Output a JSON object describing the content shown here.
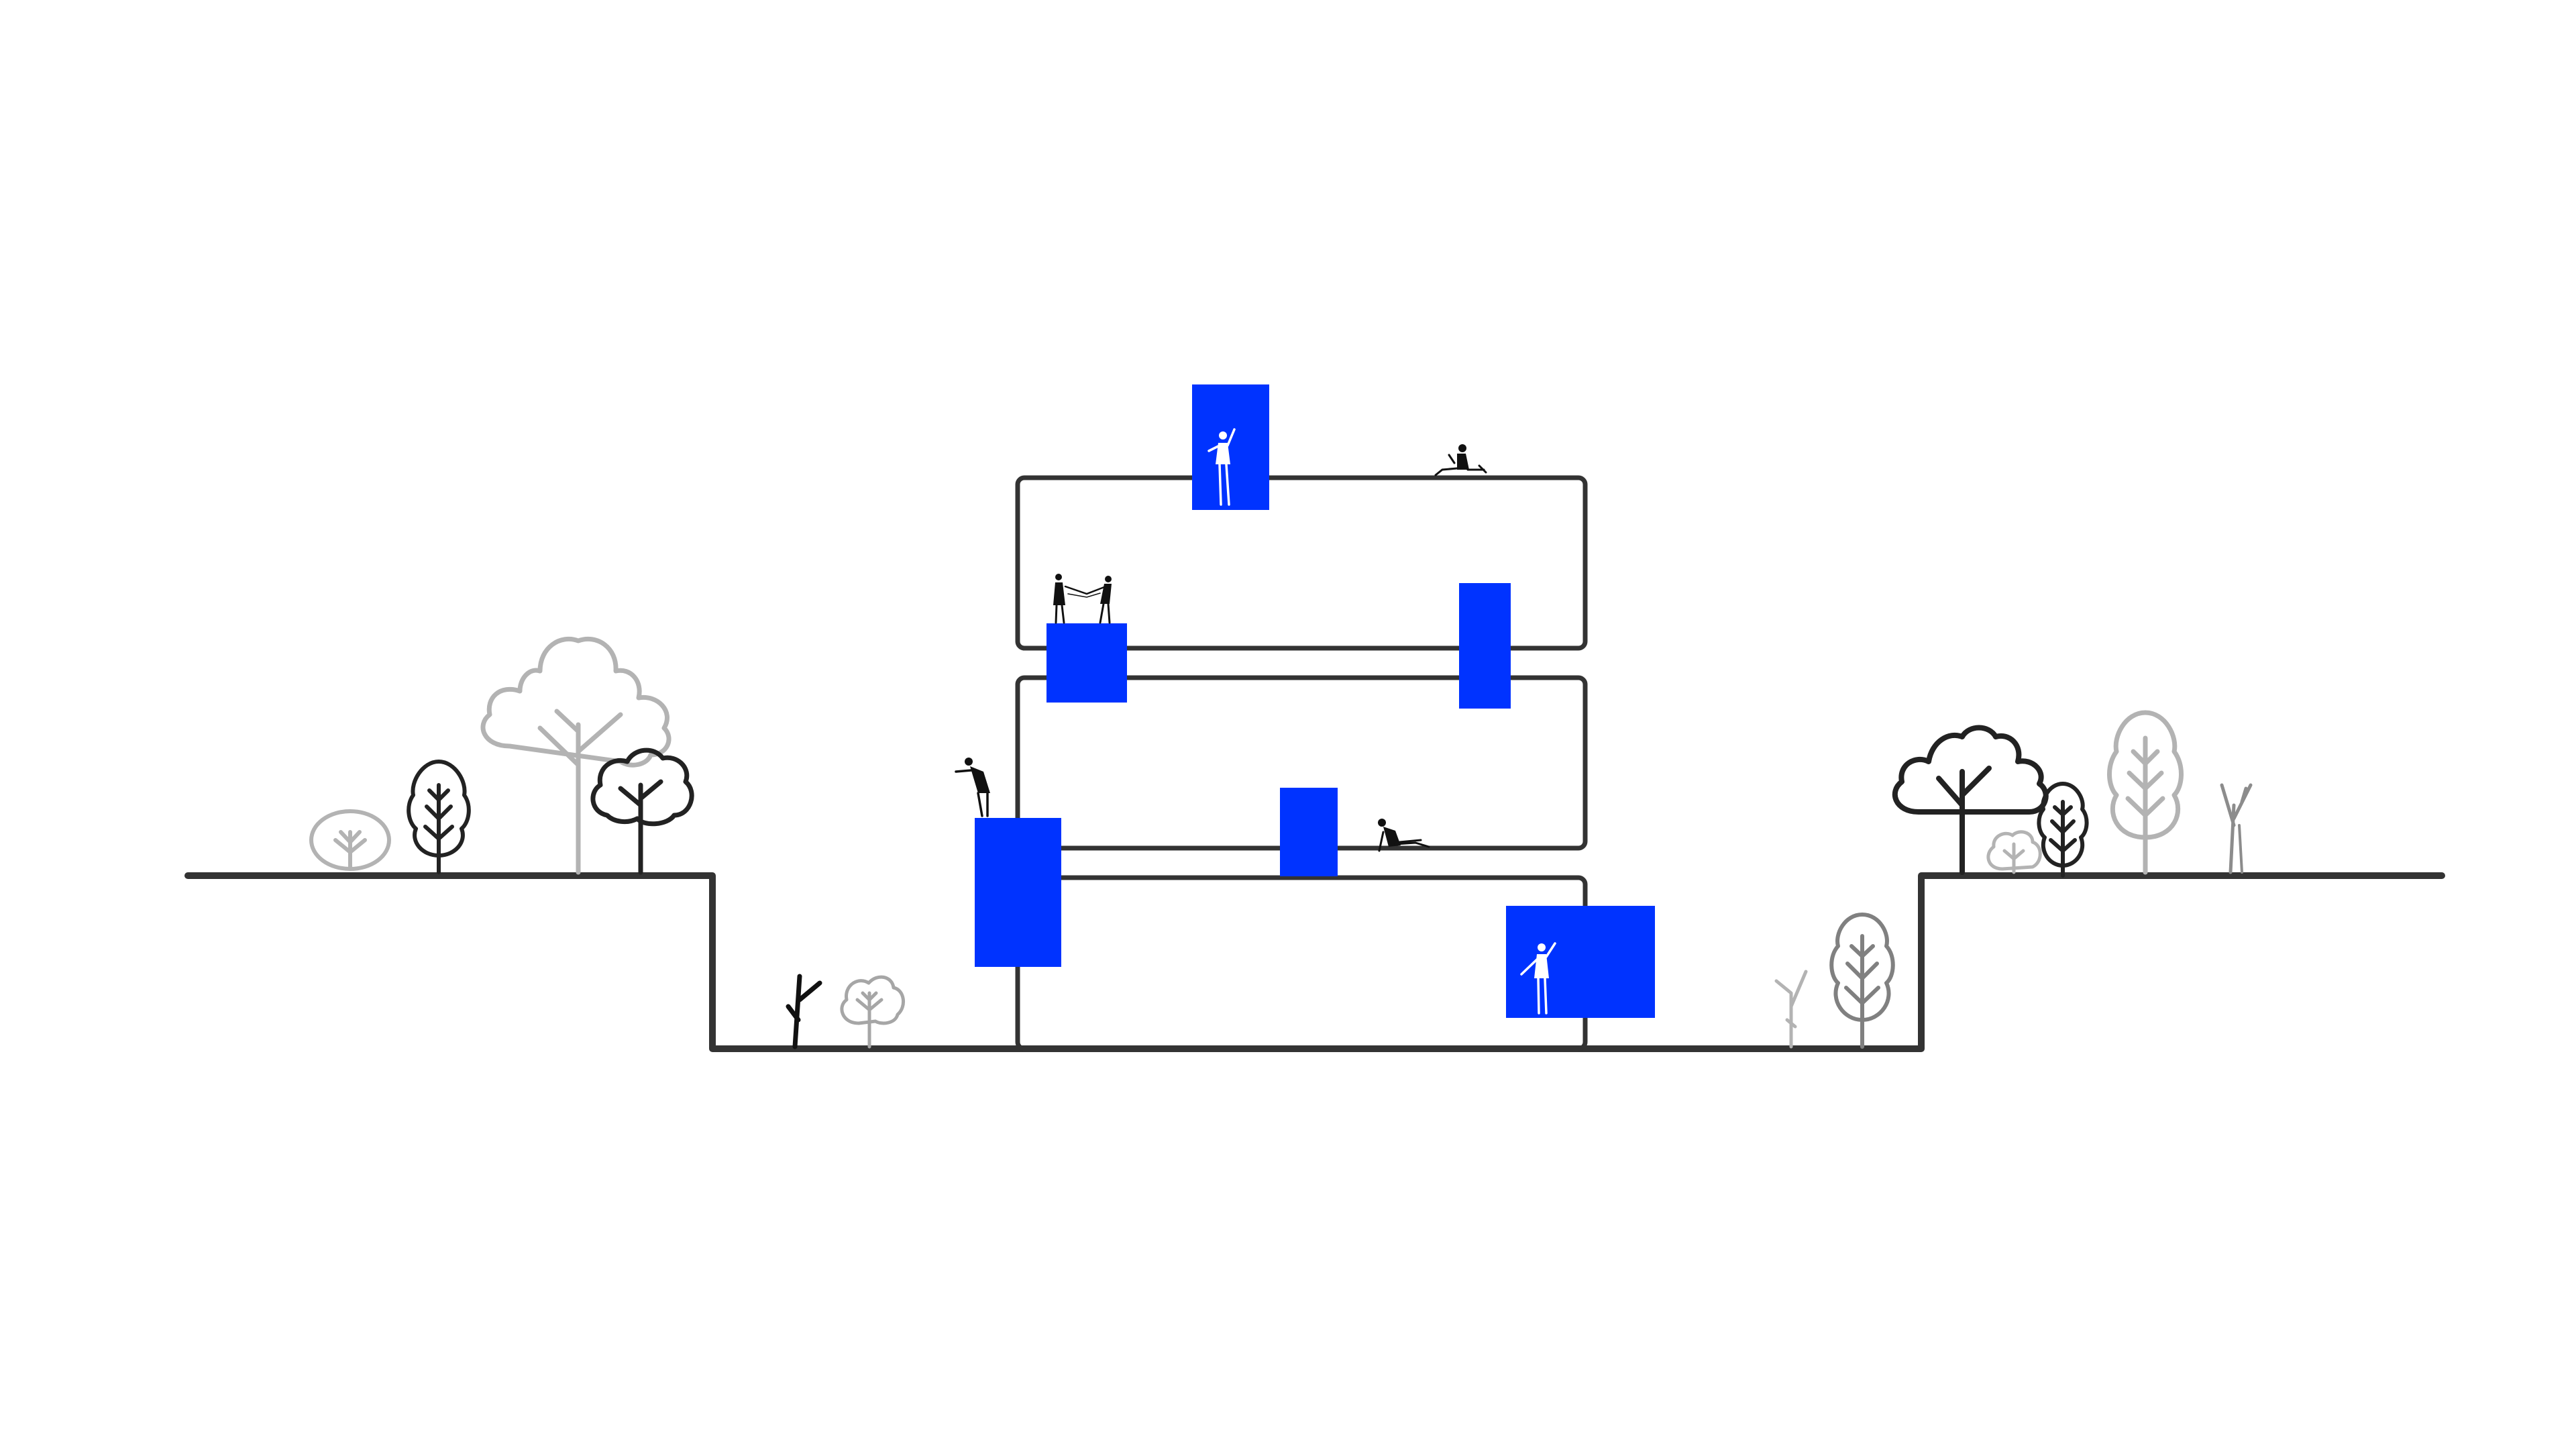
{
  "colors": {
    "background": "#ffffff",
    "ink": "#333333",
    "accent_blue": "#0033ff",
    "tree_dark": "#222222",
    "tree_mid": "#808080",
    "tree_light": "#b3b3b3",
    "figure_white": "#ffffff",
    "figure_black": "#111111"
  },
  "diagram": {
    "type": "architectural-section",
    "building": {
      "floors": 3
    },
    "ground": {
      "levels": [
        "upper-left",
        "sunken-courtyard",
        "upper-right"
      ]
    },
    "trees": {
      "left_upper": [
        "round-bush",
        "pine",
        "cloud-tree",
        "round-tree"
      ],
      "left_pit": [
        "bare-tree",
        "round-bush"
      ],
      "right_pit": [
        "bare-tree",
        "pine"
      ],
      "right_upper": [
        "cloud-tree",
        "round-bush",
        "pine",
        "tall-pine",
        "bare-tree"
      ]
    },
    "people": [
      "standing-figure",
      "sitting-figure",
      "pair-with-sheet",
      "crouching-figure",
      "reclining-figure",
      "standing-figure"
    ]
  }
}
